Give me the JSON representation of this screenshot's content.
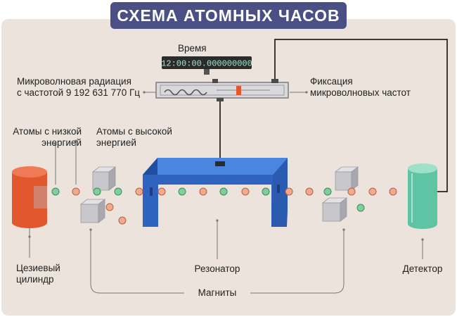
{
  "title": "СХЕМА АТОМНЫХ ЧАСОВ",
  "labels": {
    "time": "Время",
    "time_display": "12:00:00.000000000",
    "microwave_line1": "Микроволновая радиация",
    "microwave_line2": "с частотой 9 192 631 770 Гц",
    "lock_line1": "Фиксация",
    "lock_line2": "микроволновых частот",
    "low_energy_line1": "Атомы с низкой",
    "low_energy_line2": "энергией",
    "high_energy_line1": "Атомы с высокой",
    "high_energy_line2": "энергией",
    "cesium_line1": "Цезиевый",
    "cesium_line2": "цилиндр",
    "resonator": "Резонатор",
    "detector": "Детектор",
    "magnets": "Магниты"
  },
  "colors": {
    "background": "#ebe3dc",
    "banner": "#4a4f84",
    "cesium": "#e2572e",
    "resonator": "#2e64c0",
    "detector": "#5ec4a3",
    "atom_low": "#7fcf9a",
    "atom_high": "#f4a98a",
    "magnet": "#c8c8cc",
    "display": "#2b2b2b",
    "display_text": "#9fe7d0"
  }
}
